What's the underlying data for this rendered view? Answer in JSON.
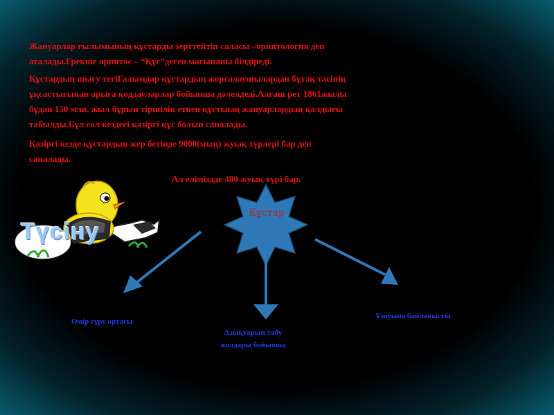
{
  "text": {
    "para1": [
      "Жануарлар ғылымының құстарды зерттейтін саласы –орнитология деп",
      "аталады.Грекше орнитос – “Құс”деген мағынаны білдіреді."
    ],
    "para2": [
      "Құстардың шығу тегіГалымдар құстардың жорғалаушылардан бұтақ тасінің",
      "ұқсастығынан арыға қоддауларлар бойынша дәлелдеді.Алғаш рет 1861жылы",
      "бұдан 150 млн. жыл бұрын тіршілік еткен құстыың жануарлардың қалдығы",
      "табылды.Бұл сол кездегі қазіргі құс болып саналады."
    ],
    "para3": [
      "Қазіргі кезде құстардың жер бетінде 9000(мың) жуық түрлері бар деп",
      "саналады."
    ],
    "para4": "Ал еліміздде 480 жуық түрі бар.",
    "star_label": "Құстар",
    "caption_left": "Өмір сүру ортасы",
    "caption_middle": [
      "Азықтарын табу",
      "жолдары бойынша"
    ],
    "caption_right": "Ұшуына байланысты",
    "logo_word": "Түсіну"
  },
  "colors": {
    "heading_red": "#e01010",
    "caption_blue": "#1e3be0",
    "star_fill": "#2f79b8",
    "arrow": "#2f79b8"
  },
  "icons": [
    "chick-hatching-icon",
    "star-shape",
    "arrow-left-down",
    "arrow-down",
    "arrow-right-down"
  ]
}
